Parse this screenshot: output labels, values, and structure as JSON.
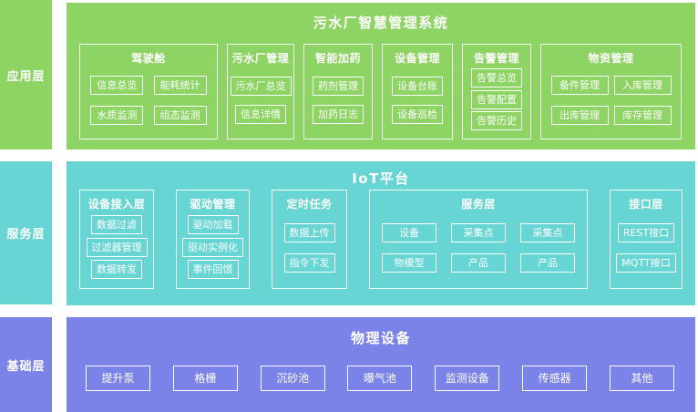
{
  "colors": {
    "app_layer": "#8ed464",
    "service_layer": "#67d5d3",
    "base_layer": "#7c83e8",
    "text": "#ffffff",
    "box_border": "#ffffff"
  },
  "layers": [
    {
      "label": "应用层",
      "title": "污水厂智慧管理系统",
      "sections": [
        {
          "title": "驾驶舱",
          "items": [
            "信息总览",
            "能耗统计",
            "水质监测",
            "组态监测"
          ]
        },
        {
          "title": "污水厂管理",
          "items": [
            "污水厂总览",
            "信息详情"
          ]
        },
        {
          "title": "智能加药",
          "items": [
            "药剂管理",
            "加药日志"
          ]
        },
        {
          "title": "设备管理",
          "items": [
            "设备台账",
            "设备巡检"
          ]
        },
        {
          "title": "告警管理",
          "items": [
            "告警总览",
            "告警配置",
            "告警历史"
          ]
        },
        {
          "title": "物资管理",
          "items": [
            "备件管理",
            "入库管理",
            "出库管理",
            "库存管理"
          ]
        }
      ]
    },
    {
      "label": "服务层",
      "title": "IoT平台",
      "sections": [
        {
          "title": "设备接入层",
          "items": [
            "数据过滤",
            "过滤器管理",
            "数据转发"
          ]
        },
        {
          "title": "驱动管理",
          "items": [
            "驱动加载",
            "驱动实例化",
            "事件回馈"
          ]
        },
        {
          "title": "定时任务",
          "items": [
            "数据上传",
            "指令下发"
          ]
        },
        {
          "title": "服务层",
          "items": [
            "设备",
            "采集点",
            "采集点",
            "物模型",
            "产品",
            "产品"
          ]
        },
        {
          "title": "接口层",
          "items": [
            "REST接口",
            "MQTT接口"
          ]
        }
      ]
    },
    {
      "label": "基础层",
      "title": "物理设备",
      "items": [
        "提升泵",
        "格栅",
        "沉砂池",
        "曝气池",
        "监测设备",
        "传感器",
        "其他"
      ]
    }
  ]
}
